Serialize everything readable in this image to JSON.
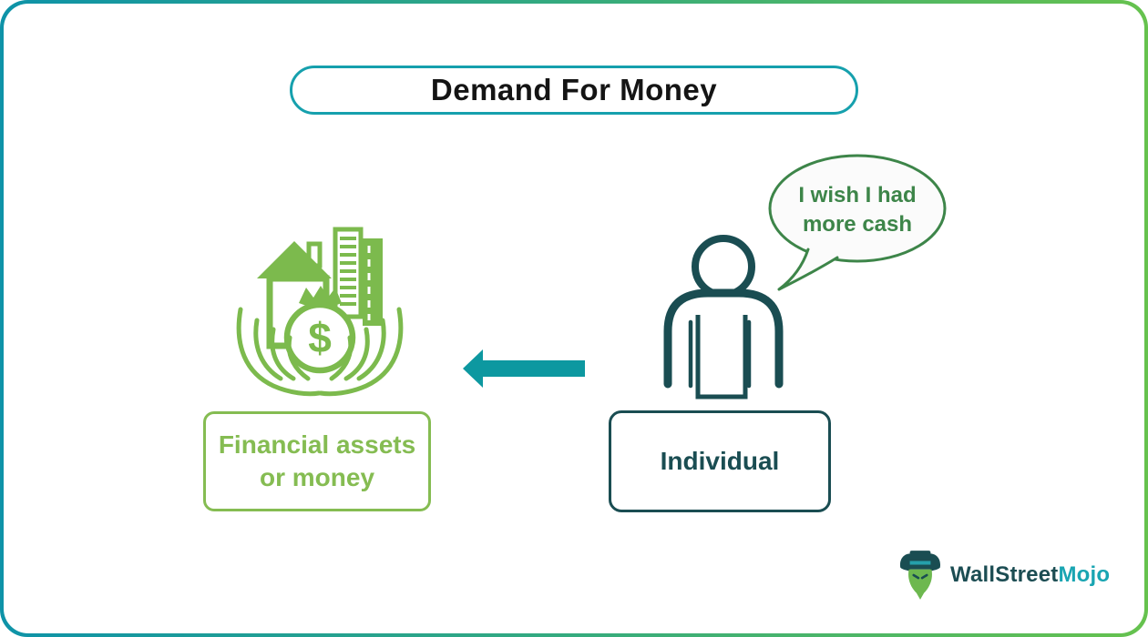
{
  "title": "Demand For Money",
  "speech_bubble": {
    "line1": "I wish I had",
    "line2": "more cash"
  },
  "money_bag_symbol": "$",
  "financial_label": {
    "line1": "Financial assets",
    "line2": "or money"
  },
  "individual_label": "Individual",
  "logo": {
    "brand_part1": "WallStreet",
    "brand_part2": "Mojo"
  },
  "colors": {
    "border_gradient_left": "#0e93a8",
    "border_gradient_right": "#66c24e",
    "title_border": "#16a0ad",
    "title_text": "#141414",
    "bubble_green": "#3d8549",
    "icon_green": "#7cba4d",
    "label_green": "#85bc52",
    "dark_teal": "#1a4d52",
    "arrow_teal": "#0d98a0",
    "logo_accent": "#19a5b2"
  }
}
